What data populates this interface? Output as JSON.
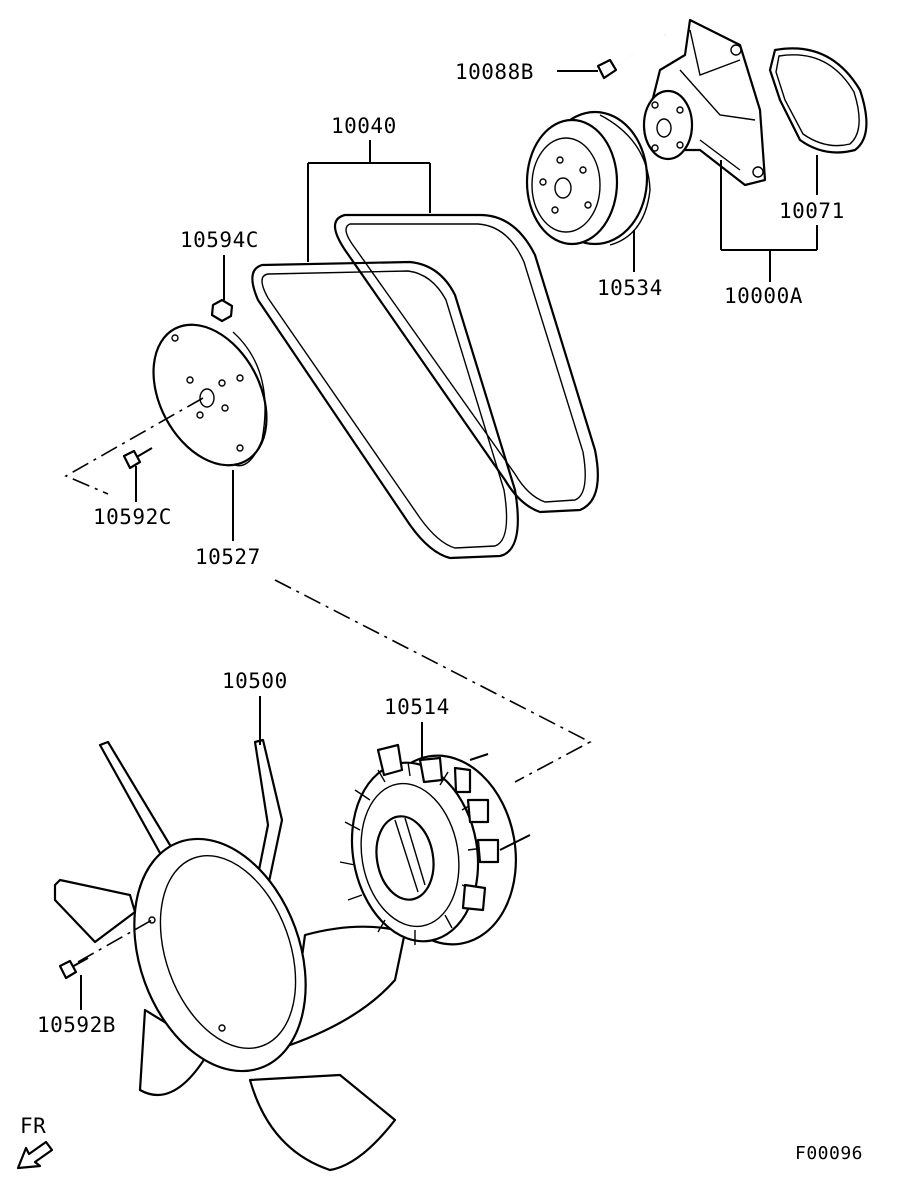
{
  "parts": {
    "p10088B": "10088B",
    "p10040": "10040",
    "p10594C": "10594C",
    "p10071": "10071",
    "p10534": "10534",
    "p10000A": "10000A",
    "p10592C": "10592C",
    "p10527": "10527",
    "p10500": "10500",
    "p10514": "10514",
    "p10592B": "10592B"
  },
  "direction_marker": "FR",
  "figure_code": "F00096"
}
